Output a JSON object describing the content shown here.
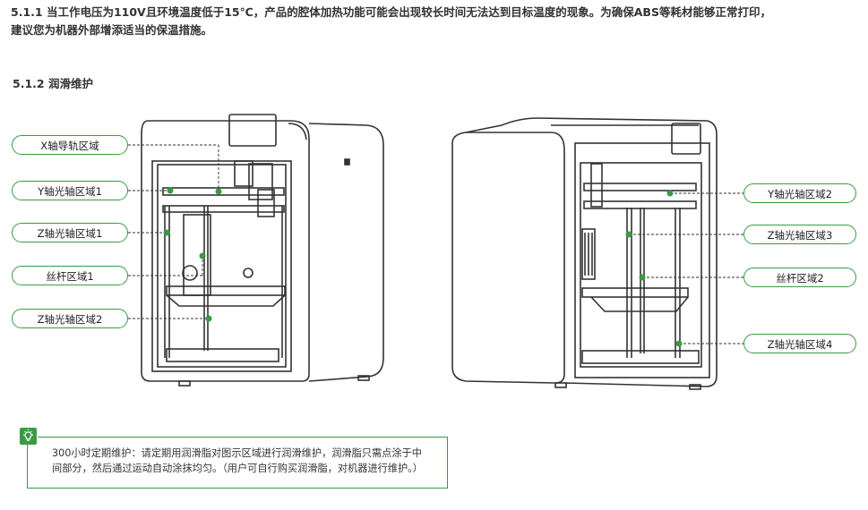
{
  "intro_paragraph_line1": "5.1.1 当工作电压为110V且环境温度低于15℃，产品的腔体加热功能可能会出现较长时间无法达到目标温度的现象。为确保ABS等耗材能够正常打印，",
  "intro_paragraph_line2": "建议您为机器外部增添适当的保温措施。",
  "section_heading": "5.1.2 润滑维护",
  "left_labels": [
    "X轴导轨区域",
    "Y轴光轴区域1",
    "Z轴光轴区域1",
    "丝杆区域1",
    "Z轴光轴区域2"
  ],
  "right_labels": [
    "Y轴光轴区域2",
    "Z轴光轴区域3",
    "丝杆区域2",
    "Z轴光轴区域4"
  ],
  "tip": {
    "line1": "300小时定期维护：请定期用润滑脂对图示区域进行润滑维护，润滑脂只需点涂于中",
    "line2": "间部分，然后通过运动自动涂抹均匀。（用户可自行购买润滑脂，对机器进行维护。）"
  },
  "colors": {
    "accent": "#3a9a44",
    "line": "#333333"
  },
  "icons": {
    "tip": "lightbulb-icon"
  }
}
